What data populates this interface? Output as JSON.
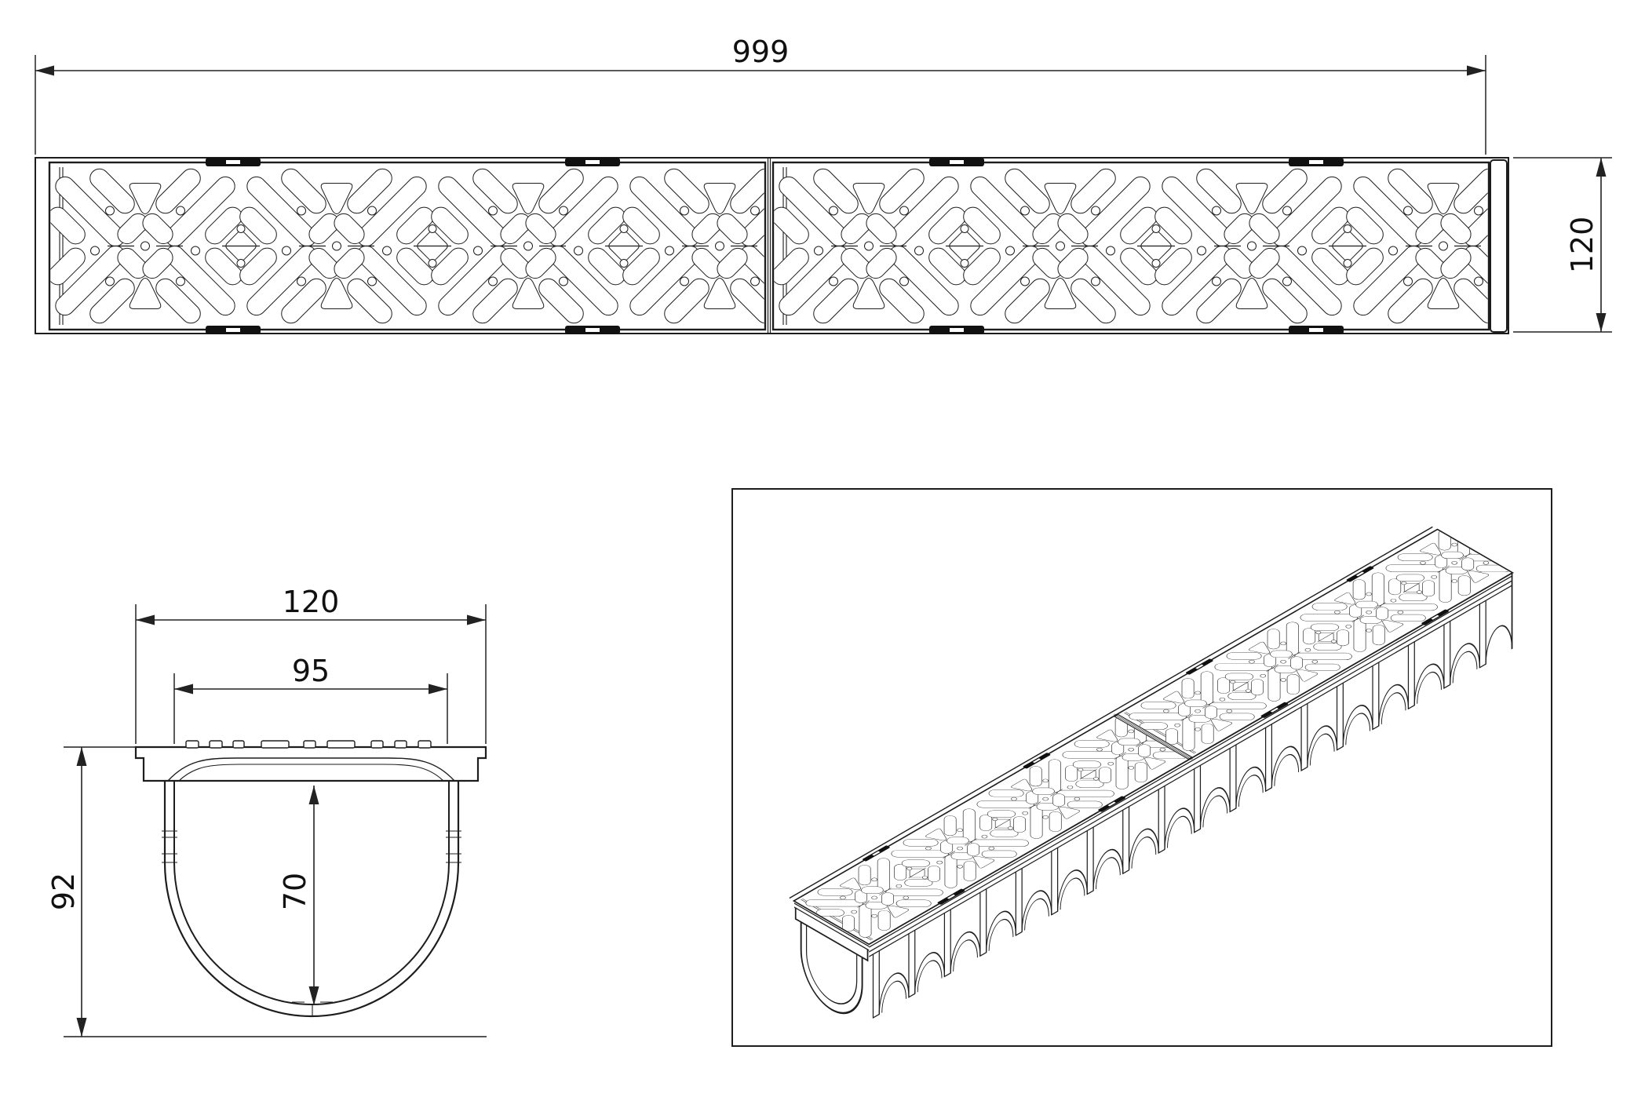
{
  "drawing": {
    "background": "#ffffff",
    "line_color": "#1d1d1d",
    "views": {
      "plan": {
        "name": "plan-view",
        "dim_length_mm": "999",
        "dim_width_mm": "120"
      },
      "section": {
        "name": "cross-section-view",
        "dim_overall_width_mm": "120",
        "dim_grate_opening_mm": "95",
        "dim_channel_depth_mm": "70",
        "dim_overall_height_mm": "92"
      },
      "isometric": {
        "name": "isometric-view"
      }
    }
  }
}
